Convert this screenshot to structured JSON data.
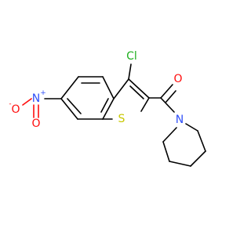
{
  "molecule": {
    "atoms": {
      "chlorine": "Cl",
      "sulfur": "S",
      "carbonyl_oxygen": "O",
      "piperidine_nitrogen": "N",
      "nitro_nitrogen": "N",
      "nitro_oxygen_top": "O",
      "nitro_oxygen_bottom": "O",
      "nitro_nitrogen_charge": "+",
      "nitro_oxygen_charge": "-"
    },
    "colors": {
      "carbon_bond": "#000000",
      "oxygen": "#ff0d0d",
      "nitrogen": "#3050f8",
      "sulfur": "#c8c800",
      "chlorine": "#1fb01f"
    }
  }
}
